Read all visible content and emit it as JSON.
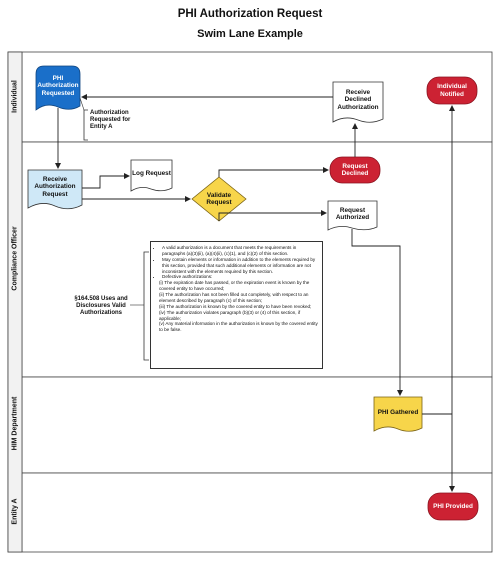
{
  "title": "PHI Authorization Request",
  "subtitle": "Swim Lane Example",
  "lanes": [
    {
      "label": "Individual"
    },
    {
      "label": "Compliance Officer"
    },
    {
      "label": "HIM Department"
    },
    {
      "label": "Entity A"
    }
  ],
  "shapes": {
    "phi_auth_requested": "PHI Authorization Requested",
    "receive_declined": "Receive Declined Authorization",
    "individual_notified": "Individual Notified",
    "receive_auth_request": "Receive Authorization Request",
    "log_request": "Log Request",
    "validate_request": "Validate Request",
    "request_declined": "Request Declined",
    "request_authorized": "Request Authorized",
    "phi_gathered": "PHI Gathered",
    "phi_provided": "PHI Provided"
  },
  "annotations": {
    "auth_requested_entity": "Authorization Requested for Entity A",
    "policy_ref": "§164.508 Uses and Disclosures Valid Authorizations"
  },
  "policy": {
    "bullets": [
      "A valid authorization is a document that meets the requirements in paragraphs (a)(3)(ii), (a)(4)(ii), (c)(1), and (c)(2) of this section.",
      "May contain elements or information in addition to the elements required by this section, provided that such additional elements or information are not inconsistent with the elements required by this section.",
      "Defective authorizations:"
    ],
    "sub_items": [
      "(i) The expiration date has passed, or the expiration event is known by the covered entity to have occurred;",
      "(ii) The authorization has not been filled out completely, with respect to an element described by paragraph (c) of this section;",
      "(iii) The authorization is known by the covered entity to have been revoked;",
      "(iv) The authorization violates paragraph (b)(3) or (4) of this section, if applicable;",
      "(v) Any material information in the authorization is known by the covered entity to be false."
    ]
  },
  "colors": {
    "start_blue": "#1a6fc9",
    "doc_lightblue": "#cfe8f7",
    "decision_yellow": "#f7d54a",
    "terminal_red": "#cc2233",
    "lane_fill": "#ffffff",
    "lane_border": "#444444"
  }
}
